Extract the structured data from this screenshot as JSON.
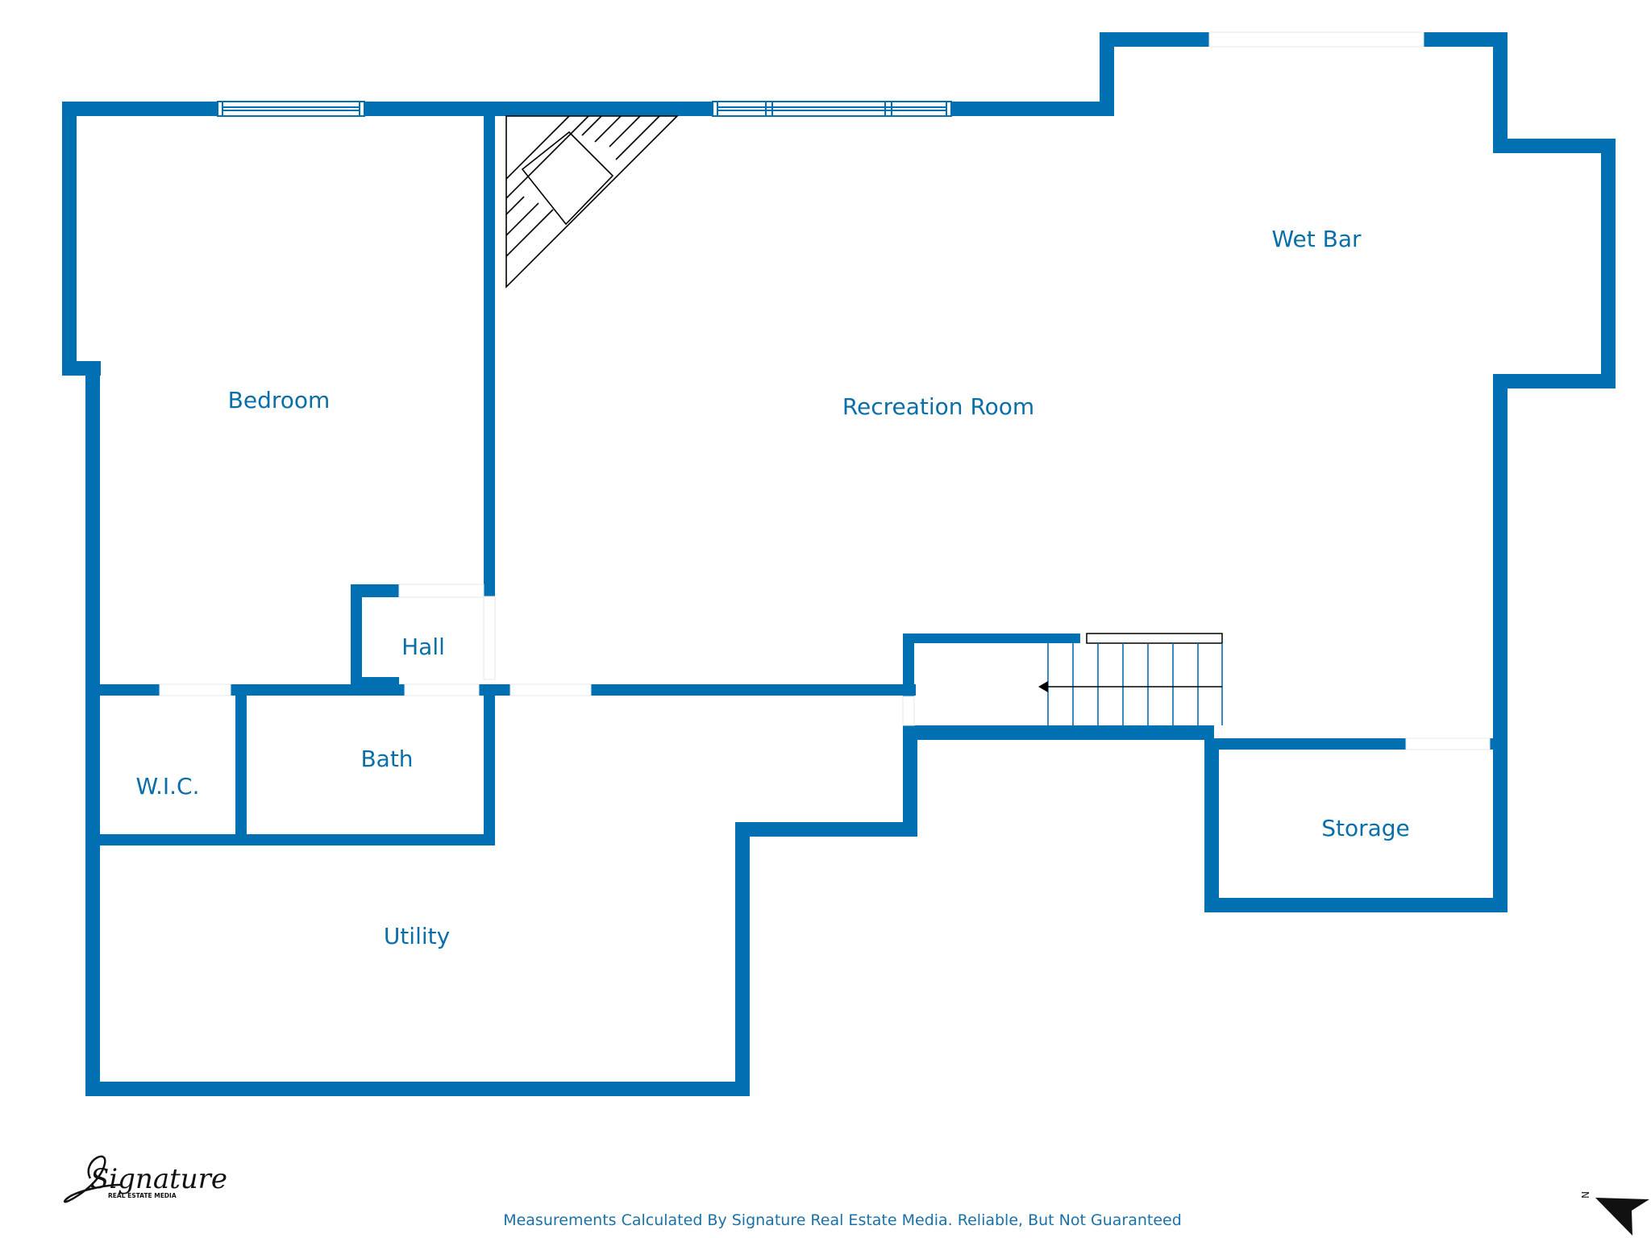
{
  "floor_plan": {
    "rooms": {
      "bedroom": "Bedroom",
      "recreation_room": "Recreation Room",
      "wet_bar": "Wet Bar",
      "hall": "Hall",
      "wic": "W.I.C.",
      "bath": "Bath",
      "utility": "Utility",
      "storage": "Storage"
    },
    "compass": {
      "north_label": "N"
    },
    "logo": {
      "script_text": "Signature",
      "sub_text": "REAL ESTATE MEDIA"
    },
    "footer": {
      "disclaimer": "Measurements Calculated By Signature Real Estate Media. Reliable, But Not Guaranteed"
    },
    "colors": {
      "wall": "#0170b2",
      "label": "#0a6ea8",
      "background": "#ffffff"
    }
  }
}
